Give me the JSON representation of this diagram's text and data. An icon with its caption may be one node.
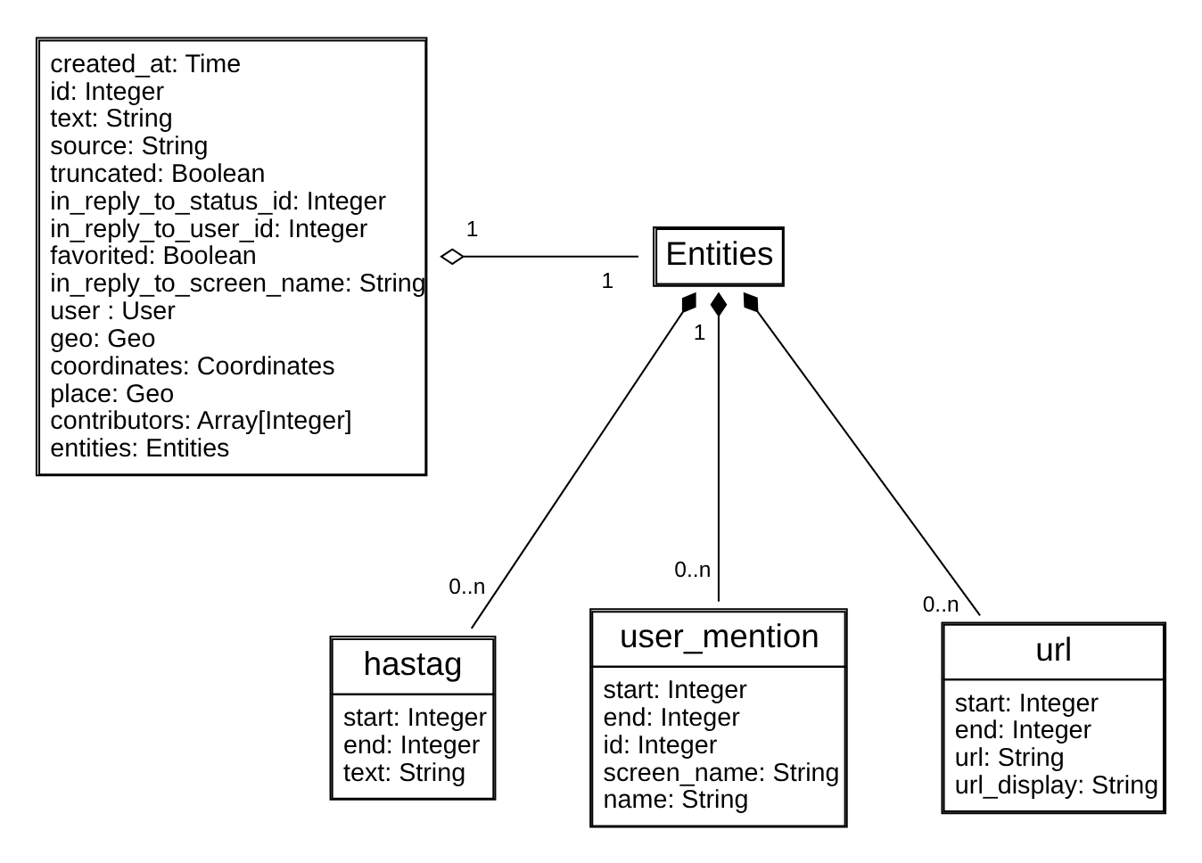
{
  "diagram": {
    "nodes": [
      {
        "text": [
          "created_at: Time",
          "id: Integer",
          "text: String",
          "source: String",
          "truncated: Boolean",
          "in_reply_to_status_id: Integer",
          "in_reply_to_user_id: Integer",
          "favorited: Boolean",
          "in_reply_to_screen_name: String",
          "user : User",
          "geo: Geo",
          "coordinates: Coordinates",
          "place: Geo",
          "contributors: Array[Integer]",
          "entities: Entities"
        ]
      },
      {
        "text": [
          "Entities"
        ]
      },
      {
        "text": [
          "hastag",
          "start: Integer",
          "end: Integer",
          "text: String"
        ]
      },
      {
        "text": [
          "user_mention",
          "start: Integer",
          "end: Integer",
          "id: Integer",
          "screen_name: String",
          "name: String"
        ]
      },
      {
        "text": [
          "url",
          "start: Integer",
          "end: Integer",
          "url: String",
          "url_display: String"
        ]
      }
    ],
    "edges": [
      {
        "from": 0,
        "to": 1,
        "arrow": "other"
      },
      {
        "from": 1,
        "to": 2,
        "arrow": "other"
      },
      {
        "from": 1,
        "to": 3,
        "arrow": "other"
      },
      {
        "from": 1,
        "to": 4,
        "arrow": "other"
      }
    ],
    "labels": [
      "1",
      "1",
      "1",
      "0..n",
      "0..n",
      "0..n"
    ]
  }
}
